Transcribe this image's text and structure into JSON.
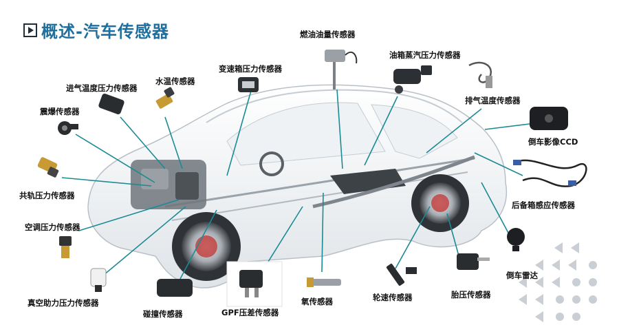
{
  "title": "概述-汽车传感器",
  "accent_color": "#1f6f9e",
  "leader_color": "#1a8a94",
  "labels": {
    "fuel_level": "燃油油量传感器",
    "tank_vapor": "油箱蒸汽压力传感器",
    "transmission_pressure": "变速箱压力传感器",
    "water_temp": "水温传感器",
    "intake_temp_pressure": "进气温度压力传感器",
    "knock": "震爆传感器",
    "exhaust_temp": "排气温度传感器",
    "reverse_ccd": "倒车影像CCD",
    "common_rail": "共轨压力传感器",
    "trunk_sensor": "后备箱感应传感器",
    "ac_pressure": "空调压力传感器",
    "reverse_radar": "倒车雷达",
    "vacuum_booster": "真空助力压力传感器",
    "crash": "碰撞传感器",
    "gpf_diff": "GPF压差传感器",
    "oxygen": "氧传感器",
    "wheel_speed": "轮速传感器",
    "tire_pressure": "胎压传感器"
  }
}
